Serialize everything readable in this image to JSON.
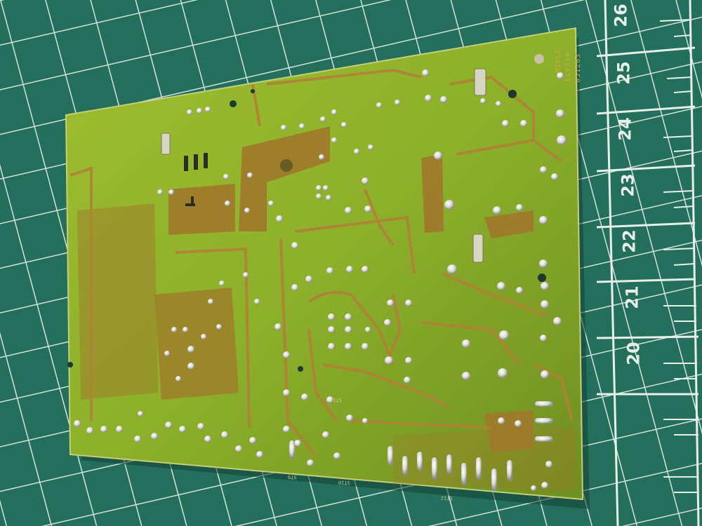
{
  "scene": {
    "description": "Photo of the solder side of a green printed circuit board resting on a green self-healing cutting mat with white grid lines and a centimeter ruler on the right edge",
    "colors": {
      "mat": "#236f5c",
      "mat_grid": "#e6efe8",
      "pcb_base": "#8fb22c",
      "pcb_light": "#a6c23a",
      "copper_pour": "#a07a2c",
      "copper_trace": "#b08236",
      "solder_pad": "#e8e8e4"
    }
  },
  "pcb": {
    "silkscreen_label": {
      "line1": "MIELE",
      "line2": "ELP150",
      "line3": "051203"
    },
    "connector_labels": {
      "st10": "ST10",
      "st11": "ST11",
      "st12": "ST12",
      "st9": "ST9"
    }
  },
  "ruler": {
    "marks": [
      "26",
      "25",
      "24",
      "23",
      "22",
      "21",
      "20"
    ]
  }
}
